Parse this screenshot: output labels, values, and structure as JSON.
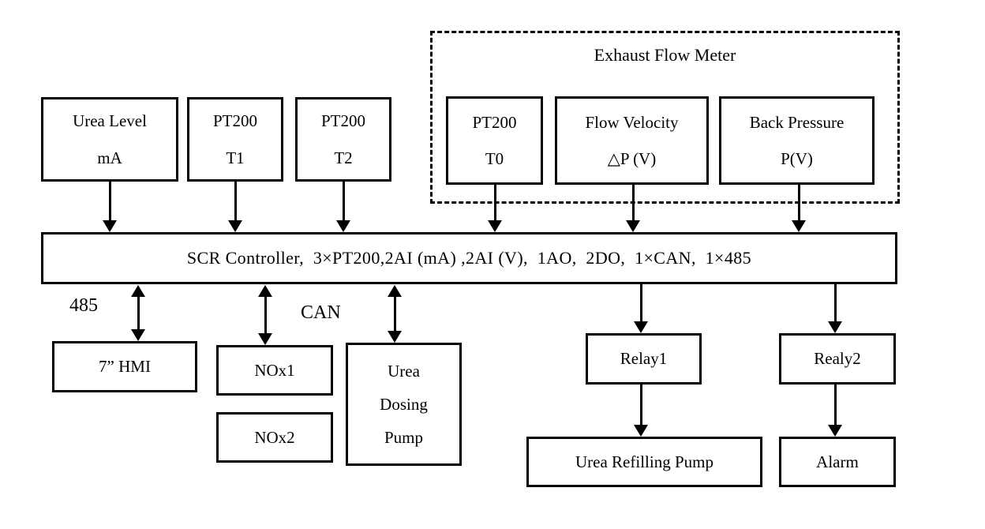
{
  "diagram": {
    "sensors": {
      "urea_level": {
        "line1": "Urea Level",
        "line2": "mA"
      },
      "pt200_t1": {
        "line1": "PT200",
        "line2": "T1"
      },
      "pt200_t2": {
        "line1": "PT200",
        "line2": "T2"
      }
    },
    "exhaust_flow_meter": {
      "title": "Exhaust Flow Meter",
      "pt200_t0": {
        "line1": "PT200",
        "line2": "T0"
      },
      "flow_velocity": {
        "line1": "Flow Velocity",
        "line2": "△P (V)"
      },
      "back_pressure": {
        "line1": "Back Pressure",
        "line2": "P(V)"
      }
    },
    "controller": {
      "label": "SCR Controller,  3×PT200,2AI (mA) ,2AI (V),  1AO,  2DO,  1×CAN,  1×485"
    },
    "bus_labels": {
      "rs485": "485",
      "can": "CAN"
    },
    "devices": {
      "hmi": {
        "label": "7” HMI"
      },
      "nox1": {
        "label": "NOx1"
      },
      "nox2": {
        "label": "NOx2"
      },
      "urea_dosing_pump": {
        "line1": "Urea",
        "line2": "Dosing",
        "line3": "Pump"
      },
      "relay1": {
        "label": "Relay1"
      },
      "realy2": {
        "label": "Realy2"
      },
      "urea_refilling_pump": {
        "label": "Urea Refilling Pump"
      },
      "alarm": {
        "label": "Alarm"
      }
    }
  },
  "colors": {
    "line": "#000000",
    "background": "#ffffff",
    "text": "#000000"
  }
}
